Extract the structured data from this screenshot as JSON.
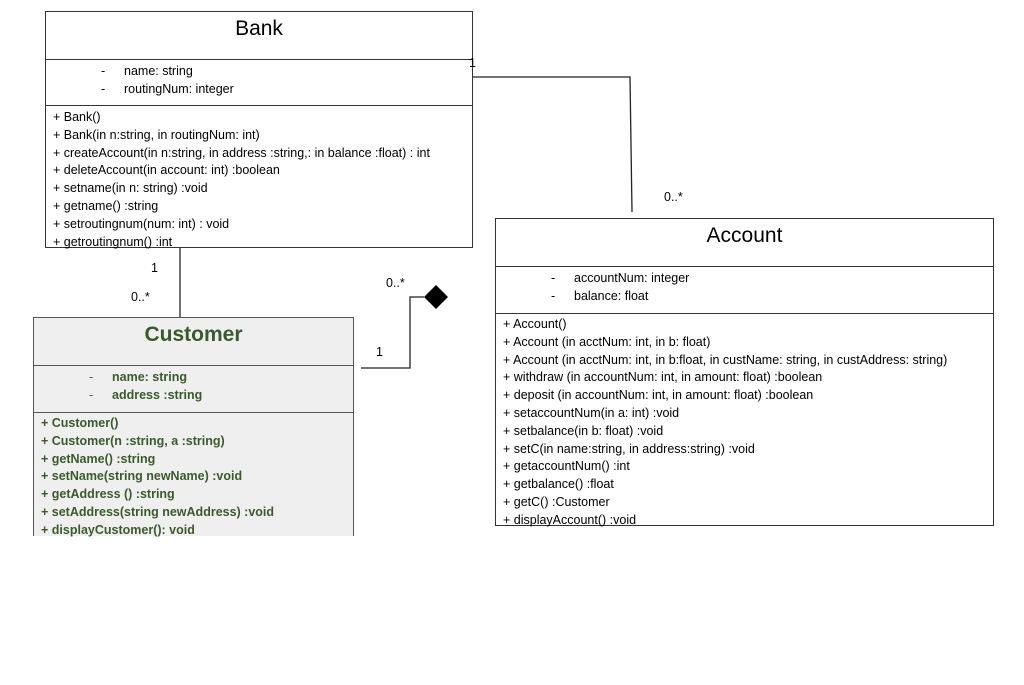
{
  "bank": {
    "title": "Bank",
    "attributes": [
      "name: string",
      "routingNum: integer"
    ],
    "operations": [
      "+ Bank()",
      "+ Bank(in n:string, in routingNum: int)",
      "+ createAccount(in n:string, in address :string,: in balance :float) : int",
      "+ deleteAccount(in account: int) :boolean",
      "+ setname(in n: string) :void",
      "+ getname() :string",
      "+ setroutingnum(num: int) : void",
      "+ getroutingnum() :int"
    ]
  },
  "account": {
    "title": "Account",
    "attributes": [
      "accountNum: integer",
      "balance: float"
    ],
    "operations": [
      "+ Account()",
      "+ Account (in acctNum: int, in b: float)",
      "+ Account (in acctNum: int, in b:float, in custName: string, in custAddress: string)",
      "+ withdraw (in accountNum: int, in amount: float) :boolean",
      "+ deposit (in accountNum: int, in amount: float) :boolean",
      "+ setaccountNum(in a: int) :void",
      "+ setbalance(in b: float) :void",
      "+ setC(in name:string, in address:string) :void",
      "+ getaccountNum() :int",
      "+ getbalance() :float",
      "+ getC() :Customer",
      "+ displayAccount() :void"
    ]
  },
  "customer": {
    "title": "Customer",
    "attributes": [
      "name: string",
      "address :string"
    ],
    "operations": [
      "+ Customer()",
      "+ Customer(n :string, a :string)",
      "+ getName() :string",
      "+ setName(string newName) :void",
      "+ getAddress () :string",
      "+ setAddress(string newAddress) :void",
      "+ displayCustomer(): void"
    ]
  },
  "attribute_marker": "-",
  "associations": {
    "bank_account": {
      "bank_end": "1",
      "account_end": "0..*"
    },
    "bank_customer": {
      "bank_end": "1",
      "customer_end": "0..*"
    },
    "customer_account": {
      "account_end": "0..*",
      "customer_end": "1"
    }
  }
}
